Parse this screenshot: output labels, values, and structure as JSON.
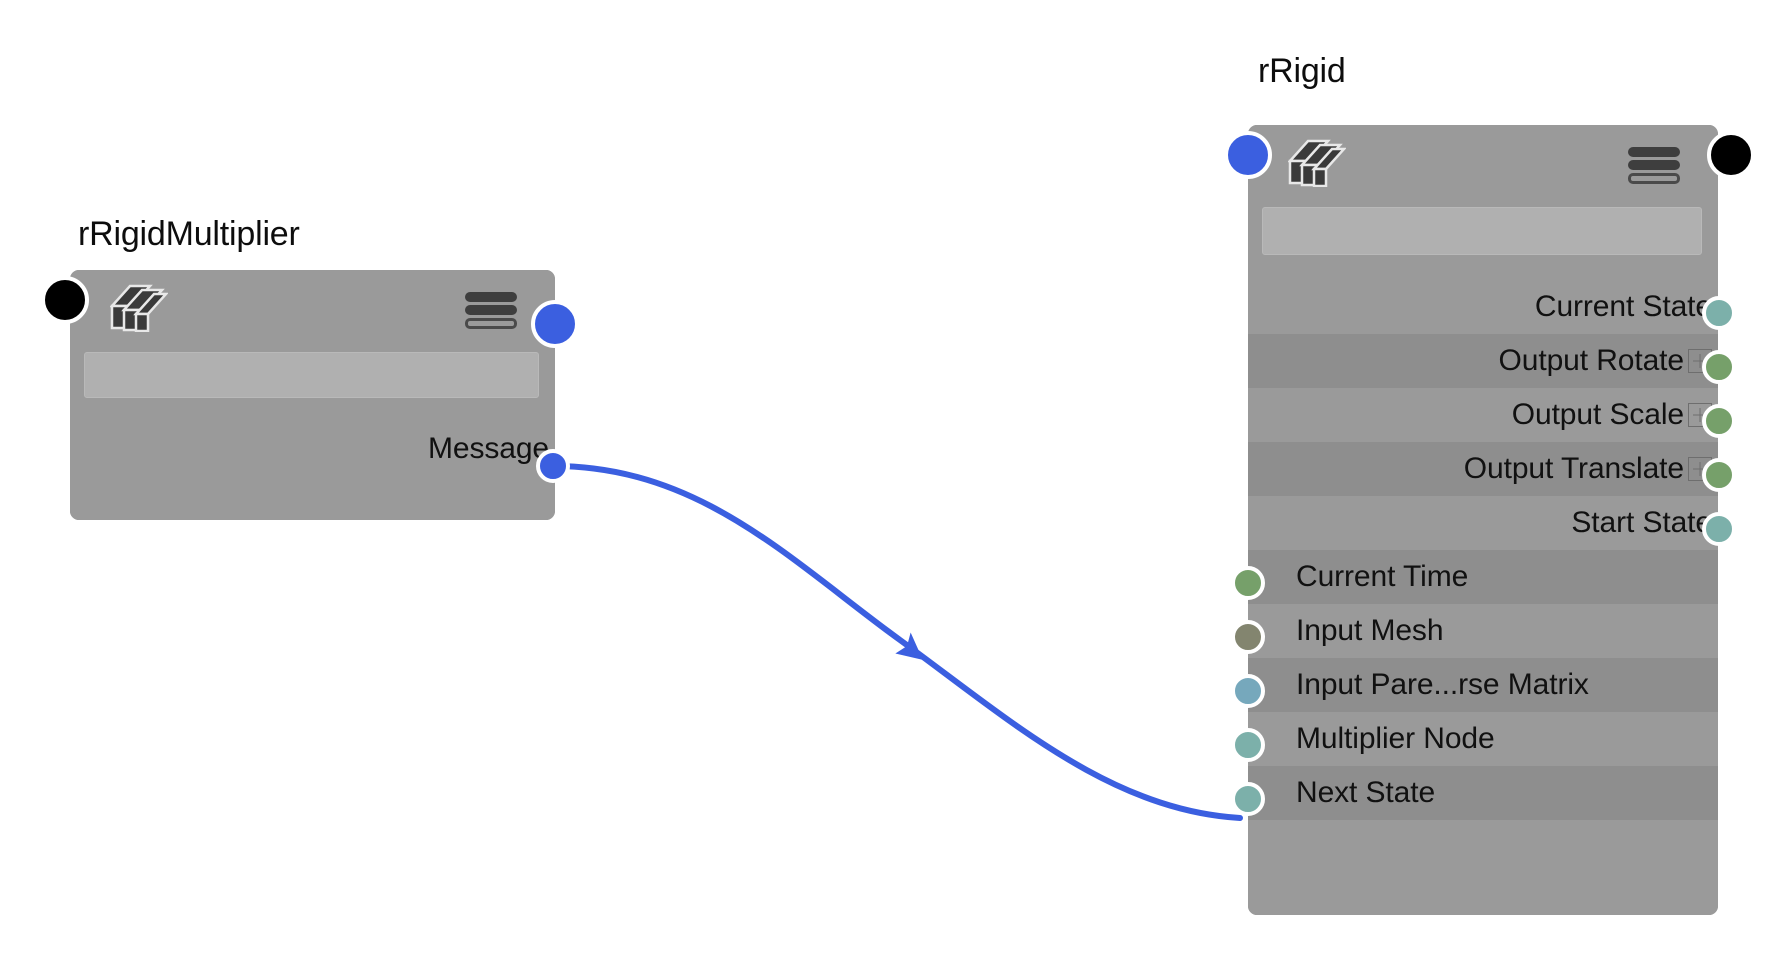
{
  "canvas": {
    "background": "#ffffff",
    "wire_color": "#3b5fe0"
  },
  "palette": {
    "node_body": "#9a9a9a",
    "row_stripe_dark": "#8e8e8e",
    "row_stripe_light": "#9a9a9a",
    "text_field": "#b0b0b0",
    "port_blue": "#3b5fe0",
    "port_black": "#000000",
    "port_teal": "#7cb0aa",
    "port_green": "#76a06a",
    "port_olive": "#83856f",
    "port_steel": "#76a8bc",
    "label_text": "#111111",
    "title_text": "#0d0d0d"
  },
  "nodes": [
    {
      "id": "rrigidmultiplier",
      "title": "rRigidMultiplier",
      "field_value": "",
      "field_placeholder": "",
      "header": {
        "left_icon": "layers-icon",
        "right_icon": "menu-icon",
        "left_port": {
          "name": "execute-in-port",
          "color": "#000000"
        },
        "right_port": {
          "name": "execute-out-port",
          "color": "#3b5fe0"
        }
      },
      "outputs": [
        {
          "label": "Message",
          "color": "#3b5fe0",
          "expandable": false
        }
      ],
      "inputs": []
    },
    {
      "id": "rrigid",
      "title": "rRigid",
      "field_value": "",
      "field_placeholder": "",
      "header": {
        "left_icon": "layers-icon",
        "right_icon": "menu-icon",
        "left_port": {
          "name": "execute-in-port",
          "color": "#3b5fe0"
        },
        "right_port": {
          "name": "execute-out-port",
          "color": "#000000"
        }
      },
      "outputs": [
        {
          "label": "Current State",
          "color": "#7cb0aa",
          "expandable": false
        },
        {
          "label": "Output Rotate",
          "color": "#76a06a",
          "expandable": true
        },
        {
          "label": "Output Scale",
          "color": "#76a06a",
          "expandable": true
        },
        {
          "label": "Output Translate",
          "color": "#76a06a",
          "expandable": true
        },
        {
          "label": "Start State",
          "color": "#7cb0aa",
          "expandable": false
        }
      ],
      "inputs": [
        {
          "label": "Current Time",
          "color": "#76a06a"
        },
        {
          "label": "Input Mesh",
          "color": "#83856f"
        },
        {
          "label": "Input Pare...rse Matrix",
          "color": "#76a8bc"
        },
        {
          "label": "Multiplier Node",
          "color": "#7cb0aa"
        },
        {
          "label": "Next State",
          "color": "#7cb0aa"
        }
      ]
    }
  ],
  "connections": [
    {
      "name": "message-to-multiplier-node",
      "from_node": "rRigidMultiplier",
      "from_port": "Message",
      "to_node": "rRigid",
      "to_port": "Multiplier Node",
      "color": "#3b5fe0",
      "has_arrowhead": true
    }
  ]
}
